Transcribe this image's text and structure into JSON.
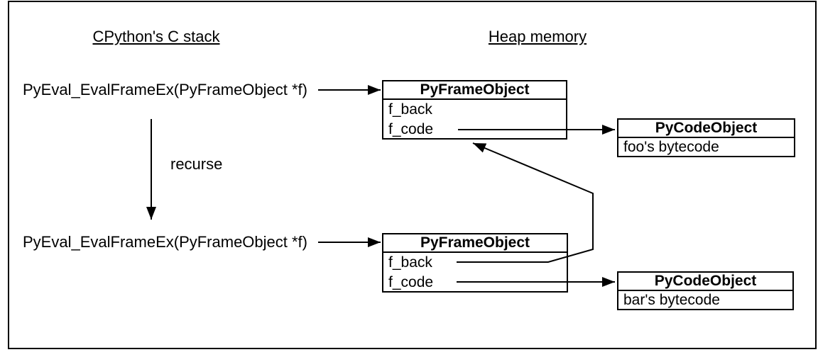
{
  "diagram": {
    "headings": {
      "stack": "CPython's C stack",
      "heap": "Heap memory"
    },
    "stack": {
      "call1": "PyEval_EvalFrameEx(PyFrameObject *f)",
      "call2": "PyEval_EvalFrameEx(PyFrameObject *f)",
      "recurse": "recurse"
    },
    "heap": {
      "frame1": {
        "title": "PyFrameObject",
        "fields": [
          "f_back",
          "f_code"
        ]
      },
      "frame2": {
        "title": "PyFrameObject",
        "fields": [
          "f_back",
          "f_code"
        ]
      },
      "code1": {
        "title": "PyCodeObject",
        "body": "foo's bytecode"
      },
      "code2": {
        "title": "PyCodeObject",
        "body": "bar's bytecode"
      }
    },
    "colors": {
      "line": "#000000",
      "background": "#ffffff"
    }
  }
}
